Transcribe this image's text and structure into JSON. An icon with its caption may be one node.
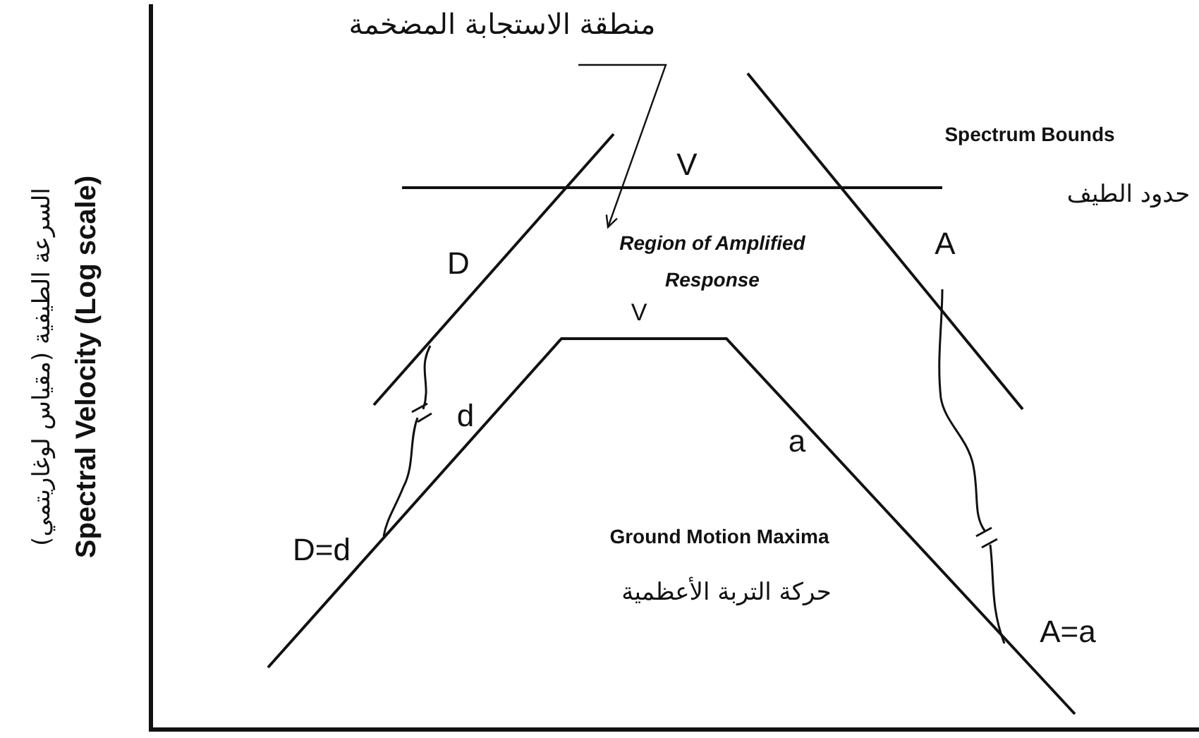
{
  "diagram": {
    "nodes": [
      {
        "text": [
          "منطقة الاستجابة المضخمة"
        ]
      },
      {
        "text": [
          "Region of Amplified Response"
        ]
      }
    ],
    "edges": [
      {
        "from": 0,
        "to": 1,
        "arrow": "to"
      }
    ],
    "labels": [
      "V",
      "Spectrum Bounds",
      "حدود الطيف",
      "D",
      "A",
      "V",
      "d",
      "a",
      "D=d",
      "Ground Motion Maxima",
      "حركة التربة الأعظمية",
      "A=a",
      "Spectral Velocity (Log scale)",
      "السرعة الطيفية (مقياس لوغاريتمي)"
    ]
  }
}
